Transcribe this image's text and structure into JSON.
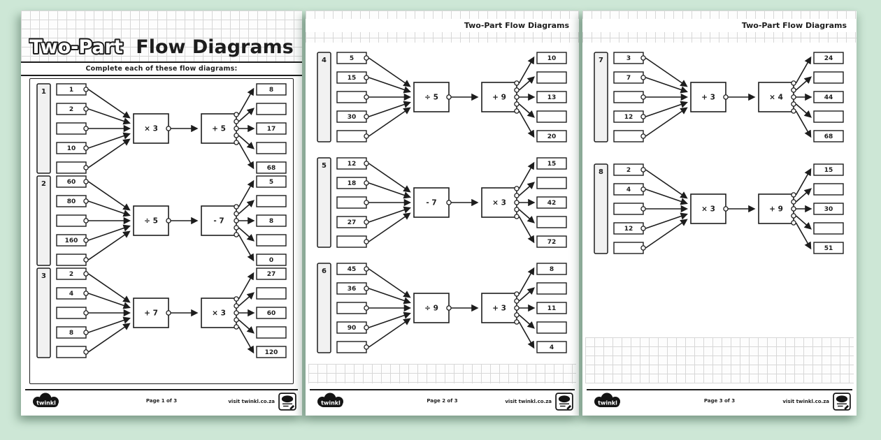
{
  "colors": {
    "background": "#cde7d6",
    "ink": "#1d1d1d",
    "grid_line": "#d7d7d7",
    "number_tab_fill": "#f1f1f1",
    "page": "#ffffff"
  },
  "worksheet": {
    "title_part1": "Two-Part",
    "title_part2": "Flow Diagrams",
    "subtitle": "Complete each of these flow diagrams:",
    "page_header": "Two-Part Flow Diagrams"
  },
  "footer": {
    "brand": "twinkl",
    "visit": "visit twinkl.co.za",
    "badge_icon": "twinkl-quality-stamp"
  },
  "pages": [
    {
      "page_label": "Page 1 of 3",
      "diagrams": [
        {
          "number": "1",
          "inputs": [
            "1",
            "2",
            "",
            "10",
            ""
          ],
          "op1": "× 3",
          "op2": "+ 5",
          "outputs": [
            "8",
            "",
            "17",
            "",
            "68"
          ]
        },
        {
          "number": "2",
          "inputs": [
            "60",
            "80",
            "",
            "160",
            ""
          ],
          "op1": "÷ 5",
          "op2": "- 7",
          "outputs": [
            "5",
            "",
            "8",
            "",
            "0"
          ]
        },
        {
          "number": "3",
          "inputs": [
            "2",
            "4",
            "",
            "8",
            ""
          ],
          "op1": "+ 7",
          "op2": "× 3",
          "outputs": [
            "27",
            "",
            "60",
            "",
            "120"
          ]
        }
      ]
    },
    {
      "page_label": "Page 2 of 3",
      "diagrams": [
        {
          "number": "4",
          "inputs": [
            "5",
            "15",
            "",
            "30",
            ""
          ],
          "op1": "÷ 5",
          "op2": "+ 9",
          "outputs": [
            "10",
            "",
            "13",
            "",
            "20"
          ]
        },
        {
          "number": "5",
          "inputs": [
            "12",
            "18",
            "",
            "27",
            ""
          ],
          "op1": "- 7",
          "op2": "× 3",
          "outputs": [
            "15",
            "",
            "42",
            "",
            "72"
          ]
        },
        {
          "number": "6",
          "inputs": [
            "45",
            "36",
            "",
            "90",
            ""
          ],
          "op1": "÷ 9",
          "op2": "+ 3",
          "outputs": [
            "8",
            "",
            "11",
            "",
            "4"
          ]
        }
      ]
    },
    {
      "page_label": "Page 3 of 3",
      "diagrams": [
        {
          "number": "7",
          "inputs": [
            "3",
            "7",
            "",
            "12",
            ""
          ],
          "op1": "+ 3",
          "op2": "× 4",
          "outputs": [
            "24",
            "",
            "44",
            "",
            "68"
          ]
        },
        {
          "number": "8",
          "inputs": [
            "2",
            "4",
            "",
            "12",
            ""
          ],
          "op1": "× 3",
          "op2": "+ 9",
          "outputs": [
            "15",
            "",
            "30",
            "",
            "51"
          ]
        }
      ]
    }
  ]
}
